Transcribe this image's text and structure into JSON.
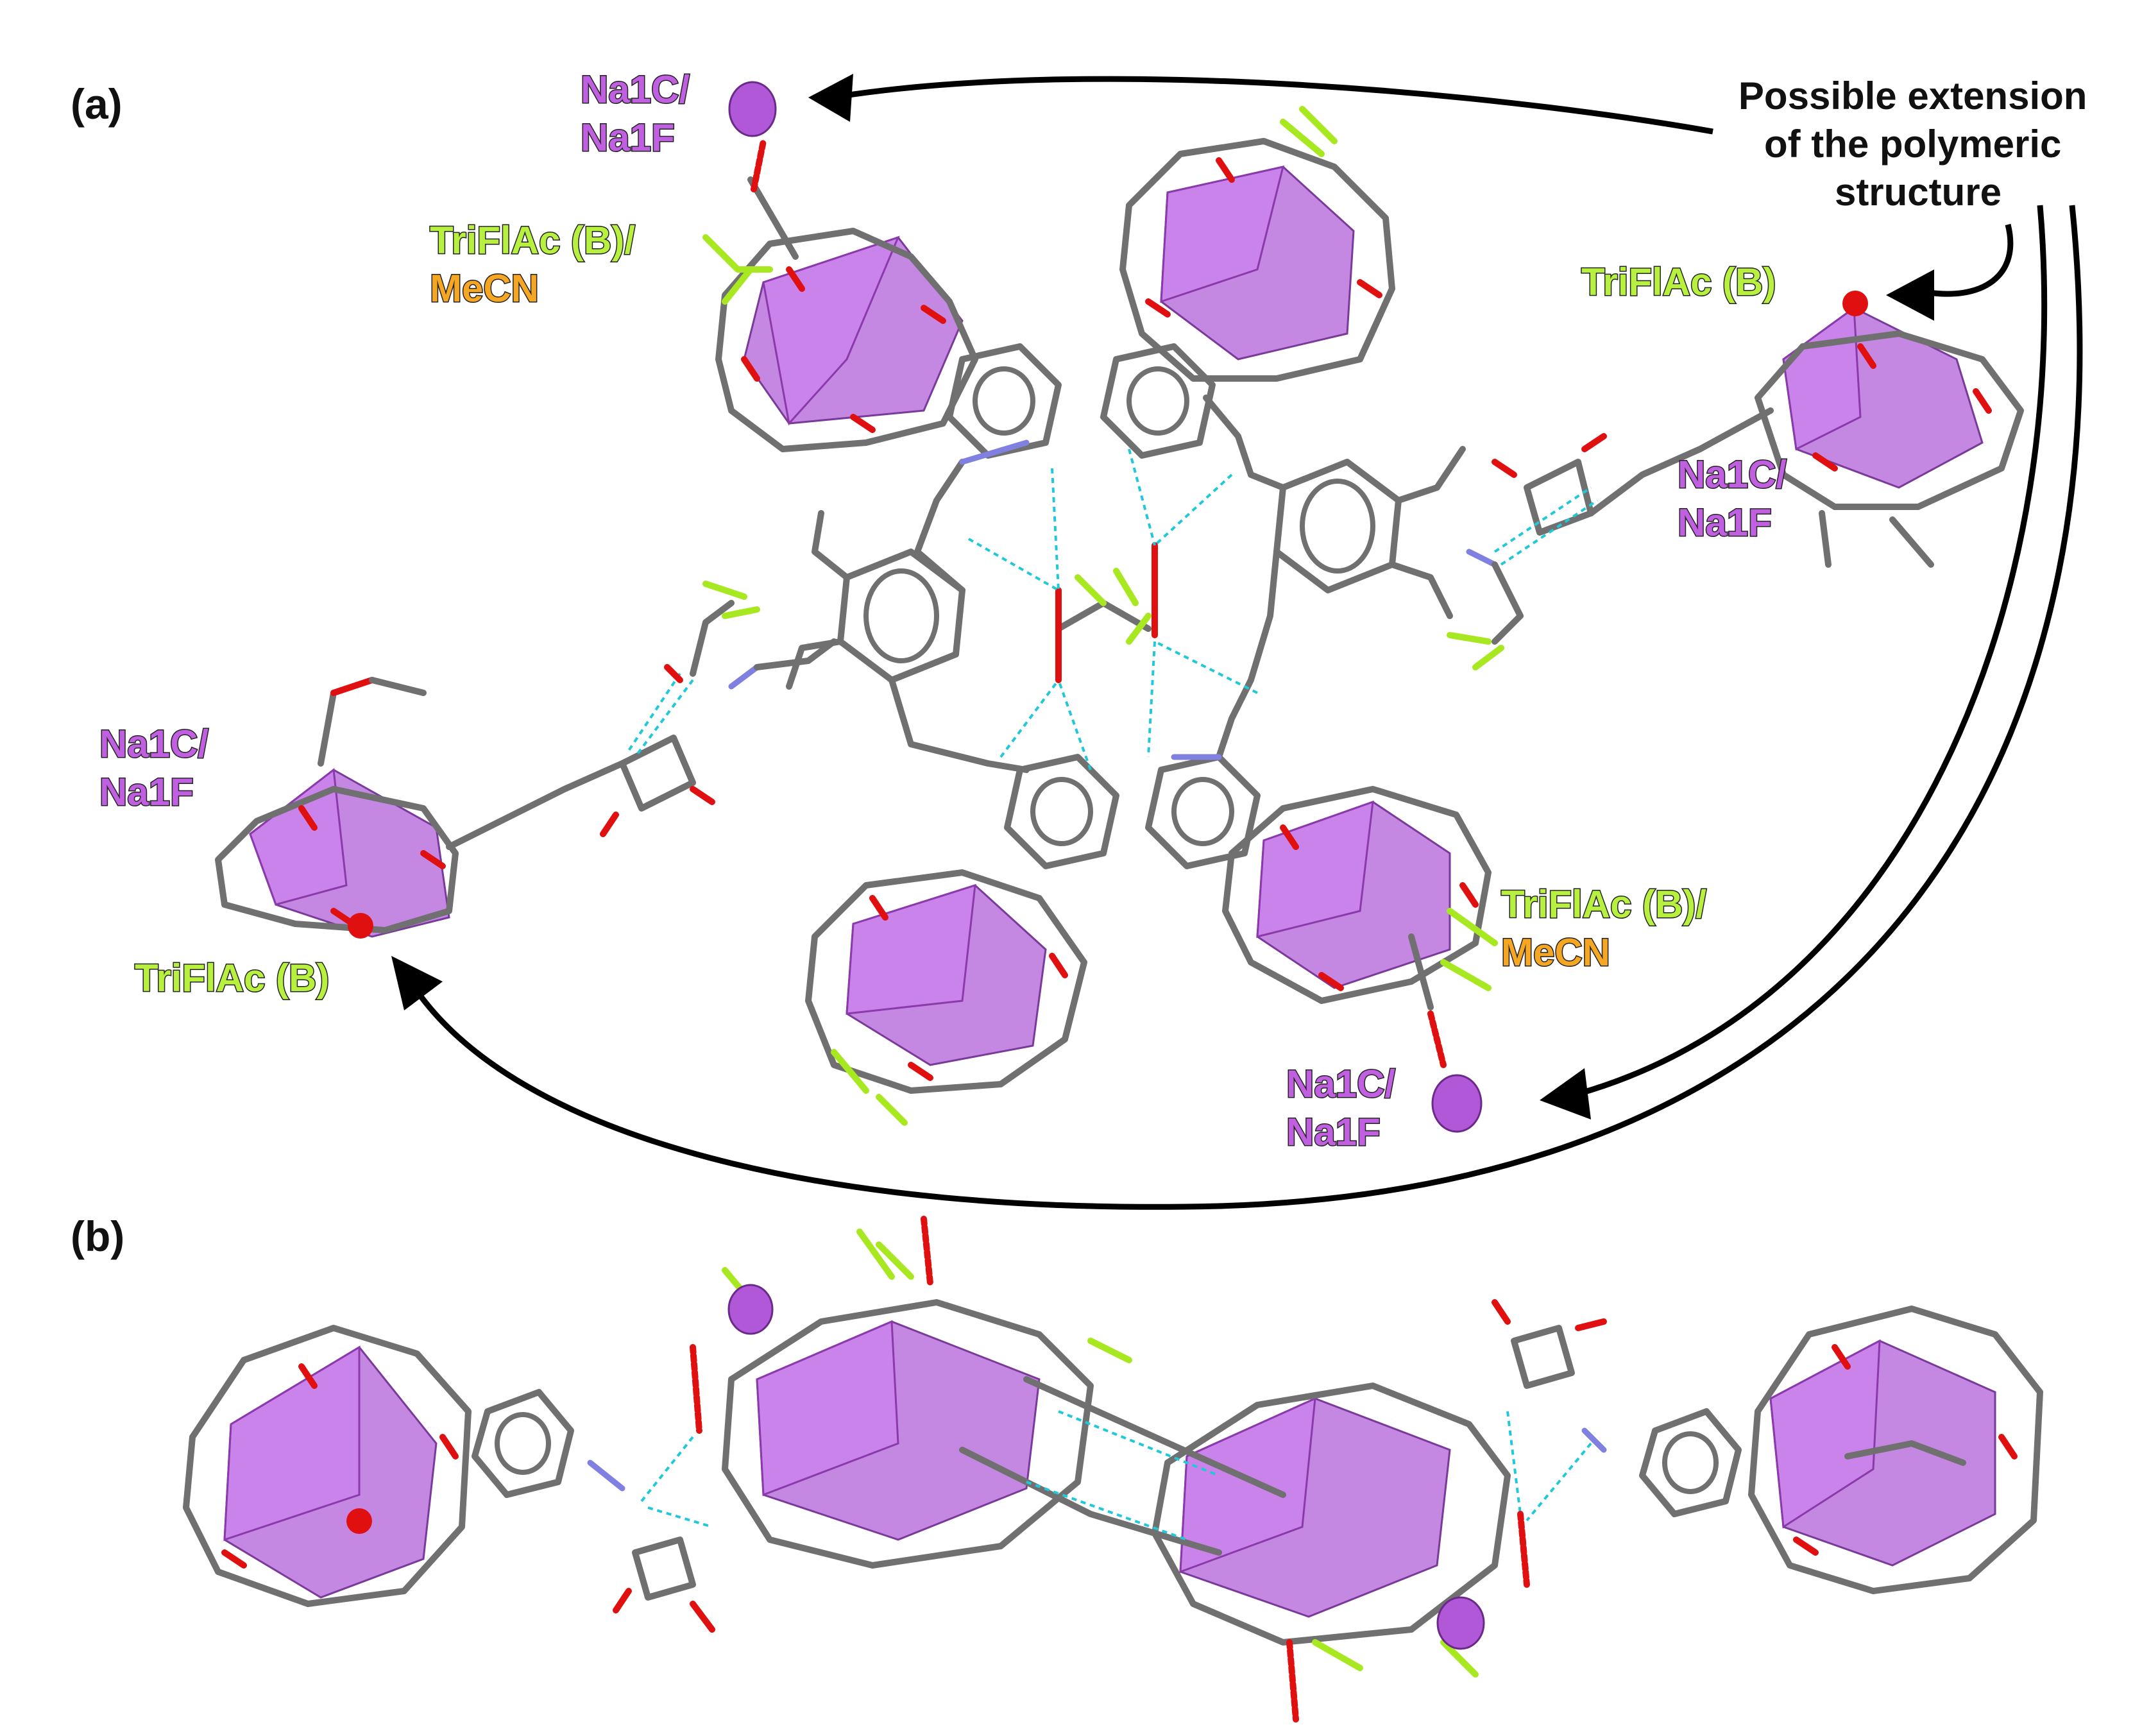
{
  "panels": {
    "a": "(a)",
    "b": "(b)"
  },
  "extension_label": [
    "Possible extension",
    "of the polymeric",
    "structure"
  ],
  "labels": {
    "na_top_left": [
      "Na1C/",
      "Na1F"
    ],
    "tfa_mecn_top_left": [
      "TriFlAc (B)/",
      "MeCN"
    ],
    "tfa_right": "TriFlAc (B)",
    "na_right": [
      "Na1C/",
      "Na1F"
    ],
    "na_left": [
      "Na1C/",
      "Na1F"
    ],
    "tfa_left": "TriFlAc (B)",
    "tfa_mecn_bottom_right": [
      "TriFlAc (B)/",
      "MeCN"
    ],
    "na_bottom_right": [
      "Na1C/",
      "Na1F"
    ]
  },
  "colors": {
    "sodium": "#c060e0",
    "trifluoroacetate": "#b8f040",
    "acetonitrile": "#f5a623",
    "carbon": "#707070",
    "oxygen": "#e01010",
    "nitrogen": "#8080e0",
    "fluorine": "#a8e820",
    "hydrogen_bond": "#20c8d8",
    "coordination_polyhedron": "#b060d8"
  }
}
